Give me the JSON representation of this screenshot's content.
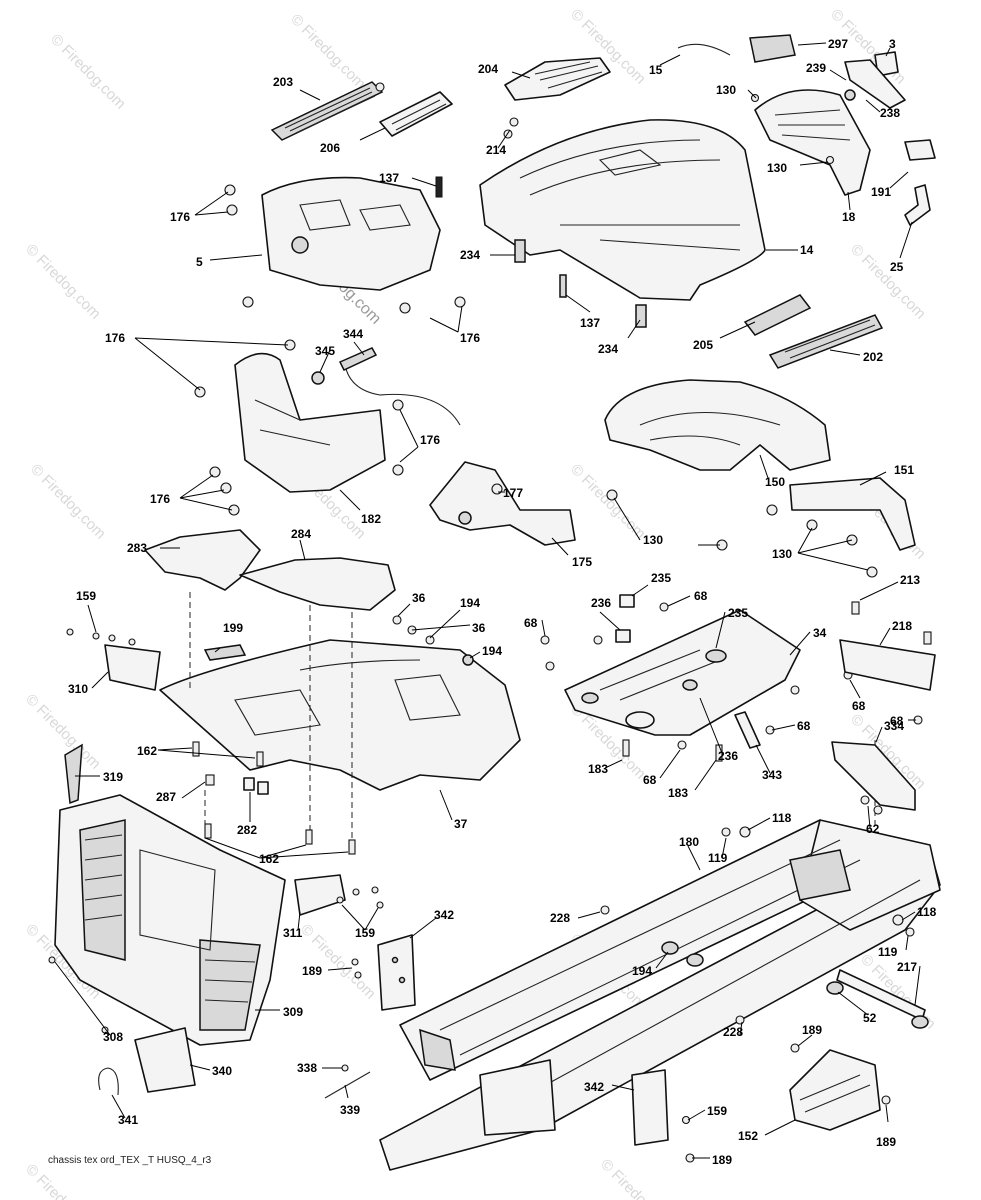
{
  "watermark": {
    "text": "© Firedog.com",
    "center_text": "Firedog.com"
  },
  "footer": {
    "caption": "chassis tex ord_TEX _T HUSQ_4_r3"
  },
  "callouts": {
    "c203": "203",
    "c204": "204",
    "c15": "15",
    "c297": "297",
    "c3": "3",
    "c130a": "130",
    "c239": "239",
    "c238": "238",
    "c206": "206",
    "c214": "214",
    "c130b": "130",
    "c137a": "137",
    "c176a": "176",
    "c191": "191",
    "c18": "18",
    "c5": "5",
    "c234a": "234",
    "c14": "14",
    "c25": "25",
    "c137b": "137",
    "c344": "344",
    "c176b": "176",
    "c176c": "176",
    "c345": "345",
    "c234b": "234",
    "c205": "205",
    "c202": "202",
    "c176d": "176",
    "c177": "177",
    "c150": "150",
    "c151": "151",
    "c176e": "176",
    "c182": "182",
    "c175": "175",
    "c130c": "130",
    "c130d": "130",
    "c283": "283",
    "c284": "284",
    "c235a": "235",
    "c213": "213",
    "c159a": "159",
    "c36a": "36",
    "c194a": "194",
    "c36b": "36",
    "c236a": "236",
    "c68a": "68",
    "c235b": "235",
    "c68b": "68",
    "c34": "34",
    "c218": "218",
    "c199": "199",
    "c194b": "194",
    "c310": "310",
    "c68c": "68",
    "c68d": "68",
    "c162a": "162",
    "c319": "319",
    "c183a": "183",
    "c236b": "236",
    "c68e": "68",
    "c334": "334",
    "c287": "287",
    "c68f": "68",
    "c343": "343",
    "c183b": "183",
    "c282": "282",
    "c37": "37",
    "c62": "62",
    "c162b": "162",
    "c118a": "118",
    "c180": "180",
    "c119a": "119",
    "c311": "311",
    "c159b": "159",
    "c228a": "228",
    "c118b": "118",
    "c342a": "342",
    "c194c": "194",
    "c119b": "119",
    "c217": "217",
    "c189a": "189",
    "c308": "308",
    "c309": "309",
    "c228b": "228",
    "c52": "52",
    "c189b": "189",
    "c340": "340",
    "c338": "338",
    "c342b": "342",
    "c339": "339",
    "c159c": "159",
    "c341": "341",
    "c152": "152",
    "c189c": "189",
    "c189d": "189"
  }
}
